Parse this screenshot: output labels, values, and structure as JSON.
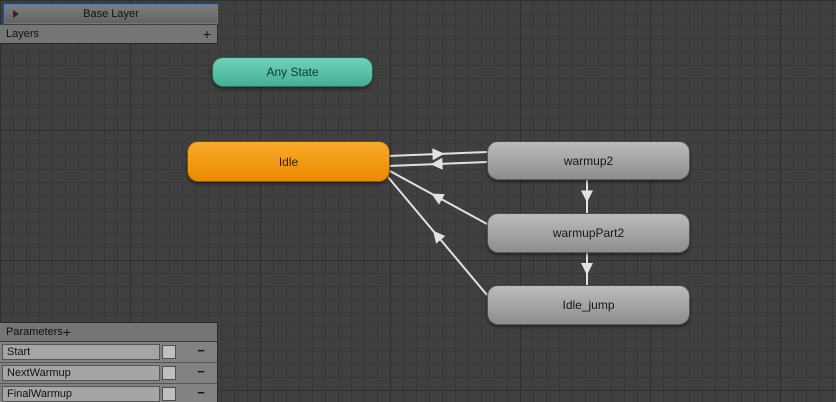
{
  "window": {
    "base_layer": {
      "label": "Base Layer"
    },
    "layers_panel": {
      "title": "Layers",
      "add_button": "+"
    },
    "parameters_panel": {
      "title": "Parameters",
      "add_button": "+",
      "remove_button": "−",
      "items": [
        {
          "name": "Start",
          "checked": false
        },
        {
          "name": "NextWarmup",
          "checked": false
        },
        {
          "name": "FinalWarmup",
          "checked": false
        }
      ]
    },
    "graph": {
      "nodes": [
        {
          "label": "Any State",
          "type": "any-state"
        },
        {
          "label": "Idle",
          "type": "default-state"
        },
        {
          "label": "warmup2",
          "type": "state"
        },
        {
          "label": "warmupPart2",
          "type": "state"
        },
        {
          "label": "Idle_jump",
          "type": "state"
        }
      ],
      "transitions": [
        {
          "from": "Idle",
          "to": "warmup2",
          "line": [
            388,
            156,
            487,
            152
          ]
        },
        {
          "from": "warmup2",
          "to": "Idle",
          "line": [
            487,
            162,
            388,
            166
          ]
        },
        {
          "from": "warmupPart2",
          "to": "Idle",
          "line": [
            487,
            224,
            388,
            170
          ]
        },
        {
          "from": "Idle_jump",
          "to": "Idle",
          "line": [
            487,
            295,
            388,
            177
          ]
        },
        {
          "from": "warmup2",
          "to": "warmupPart2",
          "line": [
            587,
            178,
            587,
            213
          ]
        },
        {
          "from": "warmupPart2",
          "to": "Idle_jump",
          "line": [
            587,
            251,
            587,
            285
          ]
        }
      ]
    },
    "colors": {
      "any_state": "#55c3a9",
      "default_state": "#f2940e",
      "state": "#a2a2a2",
      "transition": "#e2e2e2",
      "canvas_bg": "#404040"
    }
  }
}
